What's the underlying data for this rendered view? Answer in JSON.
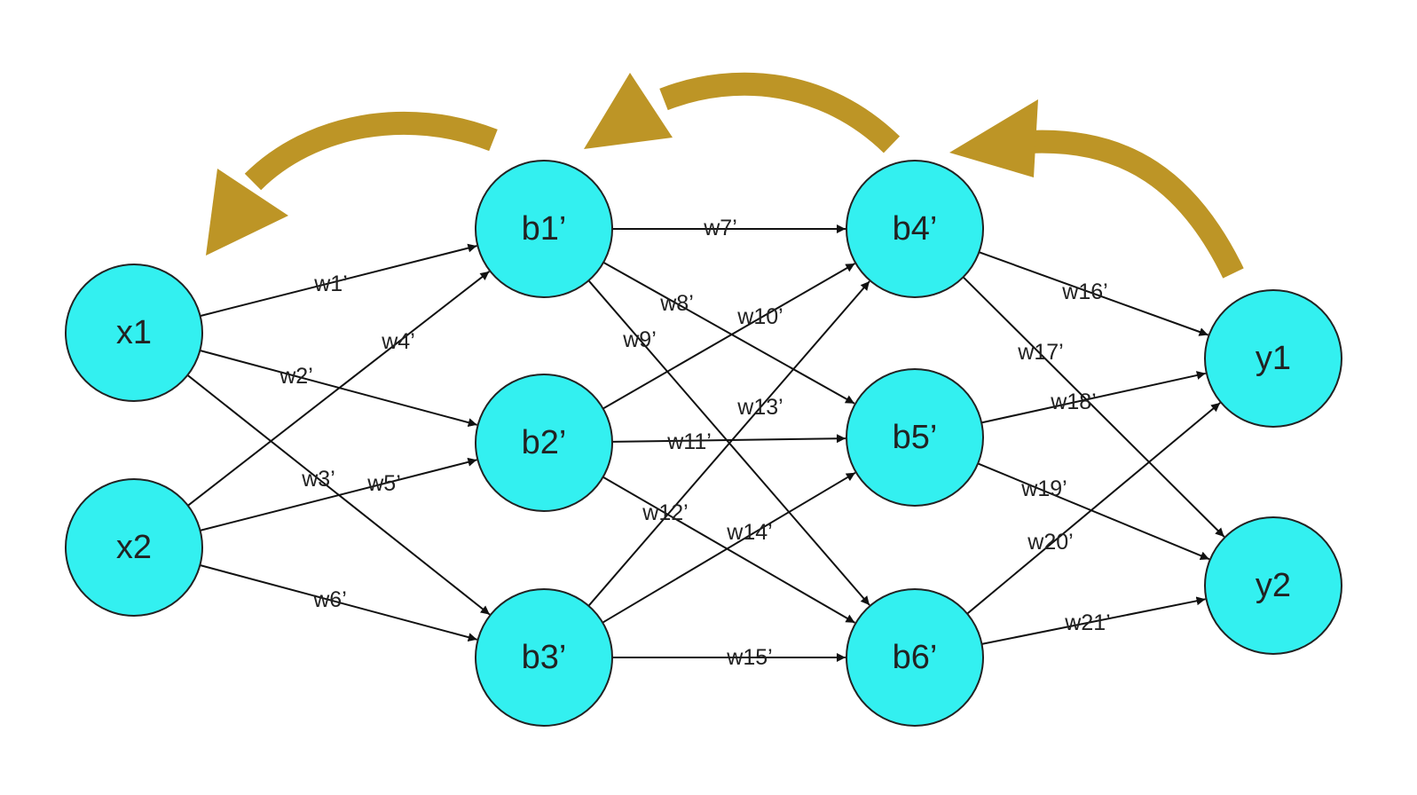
{
  "colors": {
    "node_fill": "#33F0F0",
    "node_stroke": "#222222",
    "edge": "#111111",
    "backprop_arrow": "#BD9526"
  },
  "nodes": [
    {
      "id": "x1",
      "label": "x1"
    },
    {
      "id": "x2",
      "label": "x2"
    },
    {
      "id": "b1",
      "label": "b1’"
    },
    {
      "id": "b2",
      "label": "b2’"
    },
    {
      "id": "b3",
      "label": "b3’"
    },
    {
      "id": "b4",
      "label": "b4’"
    },
    {
      "id": "b5",
      "label": "b5’"
    },
    {
      "id": "b6",
      "label": "b6’"
    },
    {
      "id": "y1",
      "label": "y1"
    },
    {
      "id": "y2",
      "label": "y2"
    }
  ],
  "edges": [
    {
      "from": "x1",
      "to": "b1",
      "label": "w1’"
    },
    {
      "from": "x1",
      "to": "b2",
      "label": "w2’"
    },
    {
      "from": "x1",
      "to": "b3",
      "label": "w3’"
    },
    {
      "from": "x2",
      "to": "b1",
      "label": "w4’"
    },
    {
      "from": "x2",
      "to": "b2",
      "label": "w5’"
    },
    {
      "from": "x2",
      "to": "b3",
      "label": "w6’"
    },
    {
      "from": "b1",
      "to": "b4",
      "label": "w7’"
    },
    {
      "from": "b1",
      "to": "b5",
      "label": "w8’"
    },
    {
      "from": "b1",
      "to": "b6",
      "label": "w9’"
    },
    {
      "from": "b2",
      "to": "b4",
      "label": "w10’"
    },
    {
      "from": "b2",
      "to": "b5",
      "label": "w11’"
    },
    {
      "from": "b2",
      "to": "b6",
      "label": "w12’"
    },
    {
      "from": "b3",
      "to": "b4",
      "label": "w13’"
    },
    {
      "from": "b3",
      "to": "b5",
      "label": "w14’"
    },
    {
      "from": "b3",
      "to": "b6",
      "label": "w15’"
    },
    {
      "from": "b4",
      "to": "y1",
      "label": "w16’"
    },
    {
      "from": "b4",
      "to": "y2",
      "label": "w17’"
    },
    {
      "from": "b5",
      "to": "y1",
      "label": "w18’"
    },
    {
      "from": "b5",
      "to": "y2",
      "label": "w19’"
    },
    {
      "from": "b6",
      "to": "y1",
      "label": "w20’"
    },
    {
      "from": "b6",
      "to": "y2",
      "label": "w21’"
    }
  ],
  "backprop_arrows": [
    {
      "from_layer": "output",
      "to_layer": "hidden-2"
    },
    {
      "from_layer": "hidden-2",
      "to_layer": "hidden-1"
    },
    {
      "from_layer": "hidden-1",
      "to_layer": "input"
    }
  ]
}
